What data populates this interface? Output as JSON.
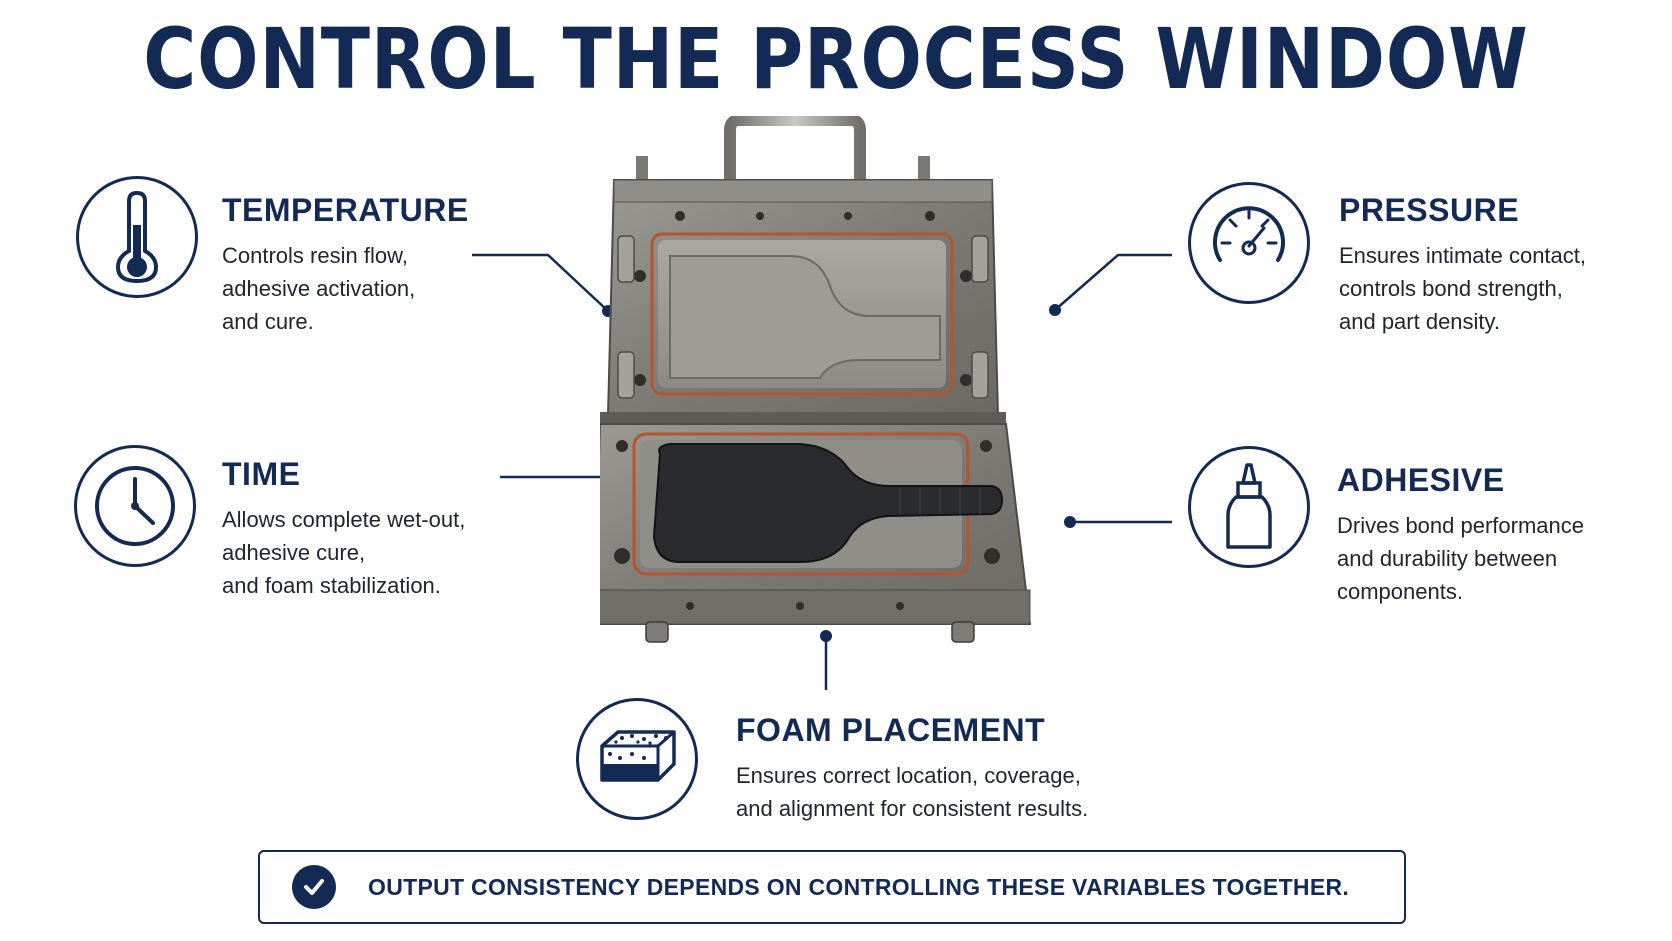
{
  "title": "CONTROL THE PROCESS WINDOW",
  "factors": {
    "temperature": {
      "heading": "TEMPERATURE",
      "lines": [
        "Controls resin flow,",
        "adhesive activation,",
        "and cure."
      ],
      "icon": "thermometer-icon"
    },
    "time": {
      "heading": "TIME",
      "lines": [
        "Allows complete wet-out,",
        "adhesive cure,",
        "and foam stabilization."
      ],
      "icon": "clock-icon"
    },
    "pressure": {
      "heading": "PRESSURE",
      "lines": [
        "Ensures intimate contact,",
        "controls bond strength,",
        "and part density."
      ],
      "icon": "gauge-icon"
    },
    "adhesive": {
      "heading": "ADHESIVE",
      "lines": [
        "Drives bond performance",
        "and durability between",
        "components."
      ],
      "icon": "glue-bottle-icon"
    },
    "foam": {
      "heading": "FOAM PLACEMENT",
      "lines": [
        "Ensures correct location, coverage,",
        "and alignment for consistent results."
      ],
      "icon": "foam-block-icon"
    }
  },
  "banner": {
    "text": "OUTPUT CONSISTENCY DEPENDS ON CONTROLLING THESE VARIABLES TOGETHER.",
    "icon": "check-circle-icon"
  },
  "colors": {
    "navy": "#132a55",
    "steel": "#8d8c86",
    "seal": "#b5552f",
    "paddle": "#2a2b2e"
  }
}
